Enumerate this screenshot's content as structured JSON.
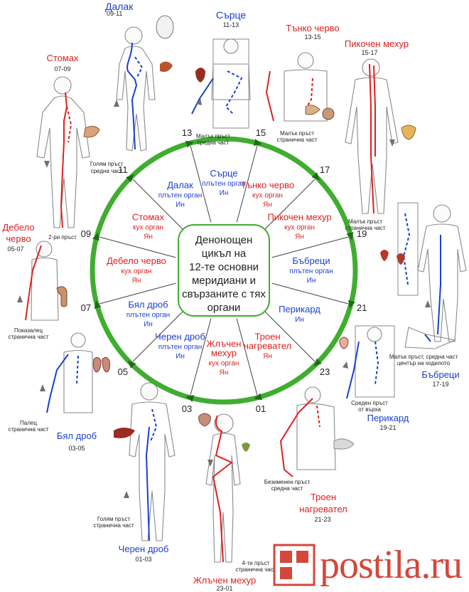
{
  "center_text": [
    "Денонощен",
    "цикъл на",
    "12-те основни",
    "меридиани и",
    "свързаните с тях",
    "органи"
  ],
  "hours": [
    "01",
    "03",
    "05",
    "07",
    "09",
    "11",
    "13",
    "15",
    "17",
    "19",
    "21",
    "23"
  ],
  "segments": [
    {
      "name": "Сърце",
      "line1": "плътен орган",
      "line2": "Ин",
      "polarity": "yin"
    },
    {
      "name": "Тънко черво",
      "line1": "кух орган",
      "line2": "Ян",
      "polarity": "yang"
    },
    {
      "name": "Пикочен мехур",
      "line1": "кух орган",
      "line2": "Ян",
      "polarity": "yang"
    },
    {
      "name": "Бъбреци",
      "line1": "плътен орган",
      "line2": "Ин",
      "polarity": "yin"
    },
    {
      "name": "Перикард",
      "line1": "",
      "line2": "Ин",
      "polarity": "yin"
    },
    {
      "name": "Троен нагревател",
      "line1": "",
      "line2": "Ян",
      "polarity": "yang"
    },
    {
      "name": "Жлъчен мехур",
      "line1": "кух орган",
      "line2": "Ян",
      "polarity": "yang"
    },
    {
      "name": "Черен дроб",
      "line1": "плътен орган",
      "line2": "Ин",
      "polarity": "yin"
    },
    {
      "name": "Бял дроб",
      "line1": "плътен орган",
      "line2": "Ин",
      "polarity": "yin"
    },
    {
      "name": "Дебело черво",
      "line1": "кух орган",
      "line2": "Ян",
      "polarity": "yang"
    },
    {
      "name": "Стомах",
      "line1": "кух орган",
      "line2": "Ян",
      "polarity": "yang"
    },
    {
      "name": "Далак",
      "line1": "плътен орган",
      "line2": "Ин",
      "polarity": "yin"
    }
  ],
  "outer_labels": [
    {
      "key": "spleen",
      "name": "Далак",
      "time": "09-11",
      "note": [
        "Голям пръст",
        "средна част"
      ],
      "polarity": "yin"
    },
    {
      "key": "heart",
      "name": "Сърце",
      "time": "11-13",
      "note": [
        "Малък пръст",
        "средна част"
      ],
      "polarity": "yin"
    },
    {
      "key": "small-intestine",
      "name": "Тънко черво",
      "time": "13-15",
      "note": [
        "Малък пръст",
        "странична част"
      ],
      "polarity": "yang"
    },
    {
      "key": "bladder",
      "name": "Пикочен мехур",
      "time": "15-17",
      "note": [
        "Малък пръст",
        "странична част"
      ],
      "polarity": "yang"
    },
    {
      "key": "kidney",
      "name": "Бъбреци",
      "time": "17-19",
      "note": [
        "Малък пръст, средна част",
        "център на ходилото"
      ],
      "polarity": "yin"
    },
    {
      "key": "pericardium",
      "name": "Перикард",
      "time": "19-21",
      "note": [
        "Среден пръст",
        "от върха"
      ],
      "polarity": "yin"
    },
    {
      "key": "triple-heater",
      "name": "Троен нагревател",
      "time": "21-23",
      "note": [
        "Безименен пръст",
        "средна част"
      ],
      "polarity": "yang"
    },
    {
      "key": "gallbladder",
      "name": "Жлъчен мехур",
      "time": "23-01",
      "note": [
        "4-ти пръст",
        "странична част"
      ],
      "polarity": "yang"
    },
    {
      "key": "liver",
      "name": "Черен дроб",
      "time": "01-03",
      "note": [
        "Голям пръст",
        "странична част"
      ],
      "polarity": "yin"
    },
    {
      "key": "lung",
      "name": "Бял дроб",
      "time": "03-05",
      "note": [
        "Палец",
        "странична част"
      ],
      "polarity": "yin"
    },
    {
      "key": "large-intestine",
      "name": "Дебело черво",
      "time": "05-07",
      "note": [
        "Показалец",
        "странична част"
      ],
      "polarity": "yang"
    },
    {
      "key": "stomach",
      "name": "Стомах",
      "time": "07-09",
      "note": [
        "2-ри пръст"
      ],
      "polarity": "yang"
    }
  ],
  "colors": {
    "yin": "#1b3fd0",
    "yang": "#e02020",
    "ring": "#3fae2f",
    "ring_arrow": "#1f6b17",
    "text": "#222222"
  },
  "watermark": {
    "text": "postila.ru"
  }
}
